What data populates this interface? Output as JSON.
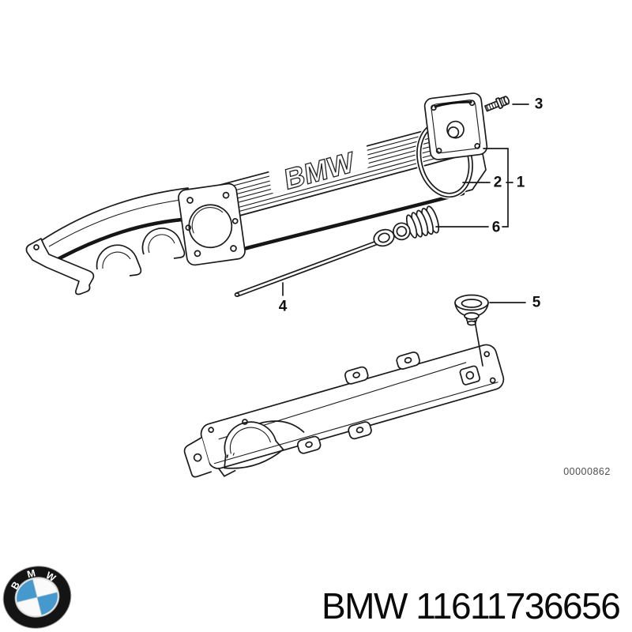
{
  "diagram": {
    "drawing_number": "00000862",
    "embossed_label": "BMW",
    "callouts": {
      "c1": "1",
      "c2": "2",
      "c3": "3",
      "c4": "4",
      "c5": "5",
      "c6": "6"
    }
  },
  "footer": {
    "brand": "BMW",
    "part_number": "11611736656"
  },
  "logo": {
    "letters": {
      "b": "B",
      "m": "M",
      "w": "W"
    },
    "colors": {
      "blue": "#4599cd",
      "band": "#141414",
      "line": "#1b1b1b"
    }
  }
}
